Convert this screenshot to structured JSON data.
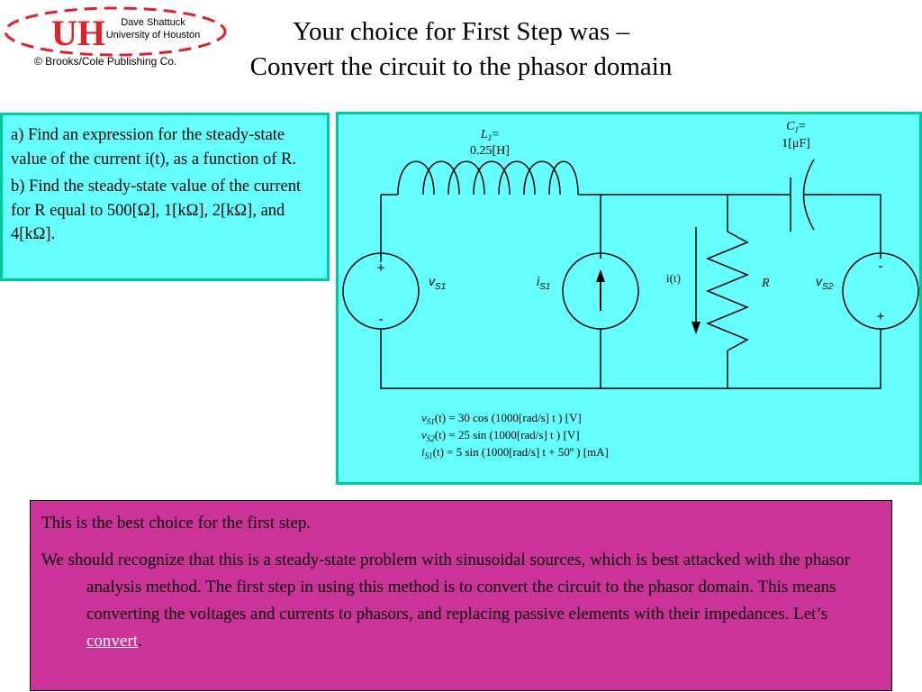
{
  "header": {
    "author": "Dave Shattuck",
    "institution": "University of Houston",
    "copyright": "© Brooks/Cole Publishing Co.",
    "logo_glyph": "UH",
    "title_line1": "Your choice for First Step was –",
    "title_line2": "Convert the circuit to the phasor domain"
  },
  "question": {
    "part_a": "a)  Find an expression for the steady-state value of the current i(t), as a function of R.",
    "part_b": "b)  Find the steady-state value of the current for R equal to 500[Ω], 1[kΩ], 2[kΩ], and 4[kΩ]."
  },
  "circuit": {
    "inductor_name": "L",
    "inductor_sub": "1",
    "inductor_eq": "=",
    "inductor_value": "0.25[H]",
    "capacitor_name": "C",
    "capacitor_sub": "1",
    "capacitor_eq": "=",
    "capacitor_value": "1[μF]",
    "vs1_name": "v",
    "vs1_sub": "S1",
    "is1_name": "i",
    "is1_sub": "S1",
    "vs2_name": "v",
    "vs2_sub": "S2",
    "current_label": "i(t)",
    "resistor_label": "R",
    "plus": "+",
    "minus": "-",
    "eq_vs1_pre": "v",
    "eq_vs1_sub": "S1",
    "eq_vs1_rest": "(t) = 30 cos (1000[rad/s] t ) [V]",
    "eq_vs2_pre": "v",
    "eq_vs2_sub": "S2",
    "eq_vs2_rest": "(t) = 25 sin (1000[rad/s] t ) [V]",
    "eq_is1_pre": "i",
    "eq_is1_sub": "S1",
    "eq_is1_rest": "(t) = 5 sin (1000[rad/s] t + 50º ) [mA]"
  },
  "answer": {
    "line1": "This is the best choice for the first step.",
    "para2": "We should recognize that this is a steady-state problem with sinusoidal sources, which is best attacked with the phasor analysis method.  The first step in using this method is to convert the circuit to the phasor domain.  This means converting the voltages and currents to phasors, and replacing passive elements with their impedances.  Let’s ",
    "link_text": "convert",
    "period": "."
  },
  "colors": {
    "panel_fill": "#66ffff",
    "panel_border": "#00cc99",
    "answer_fill": "#cc3399",
    "logo_red": "#e0202a",
    "link": "#ffffff"
  }
}
